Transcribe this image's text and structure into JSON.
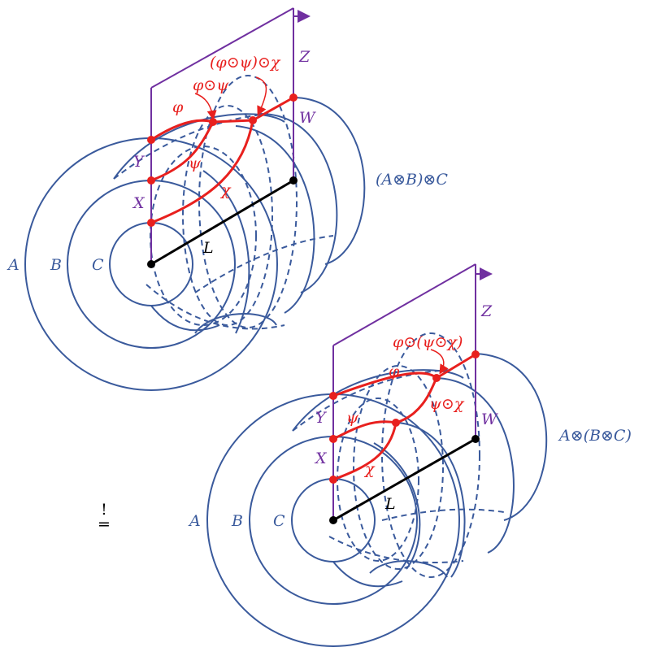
{
  "colors": {
    "surface": "#3a5a9c",
    "plane": "#7030a0",
    "morphism": "#e8201e",
    "axis": "#000000"
  },
  "top": {
    "title": "(A⊗B)⊗C",
    "circles": [
      "A",
      "B",
      "C"
    ],
    "axis": "L",
    "plane_labels": {
      "X": "X",
      "Y": "Y",
      "Z": "Z",
      "W": "W"
    },
    "morphisms": {
      "phi": "φ",
      "psi": "ψ",
      "chi": "χ",
      "phi_psi": "φ⊙ψ",
      "full": "(φ⊙ψ)⊙χ"
    }
  },
  "bottom": {
    "title": "A⊗(B⊗C)",
    "circles": [
      "A",
      "B",
      "C"
    ],
    "axis": "L",
    "plane_labels": {
      "X": "X",
      "Y": "Y",
      "Z": "Z",
      "W": "W"
    },
    "morphisms": {
      "phi": "φ",
      "psi": "ψ",
      "chi": "χ",
      "psi_chi": "ψ⊙χ",
      "full": "φ⊙(ψ⊙χ)"
    }
  },
  "relation": {
    "top": "!",
    "bottom": "="
  }
}
